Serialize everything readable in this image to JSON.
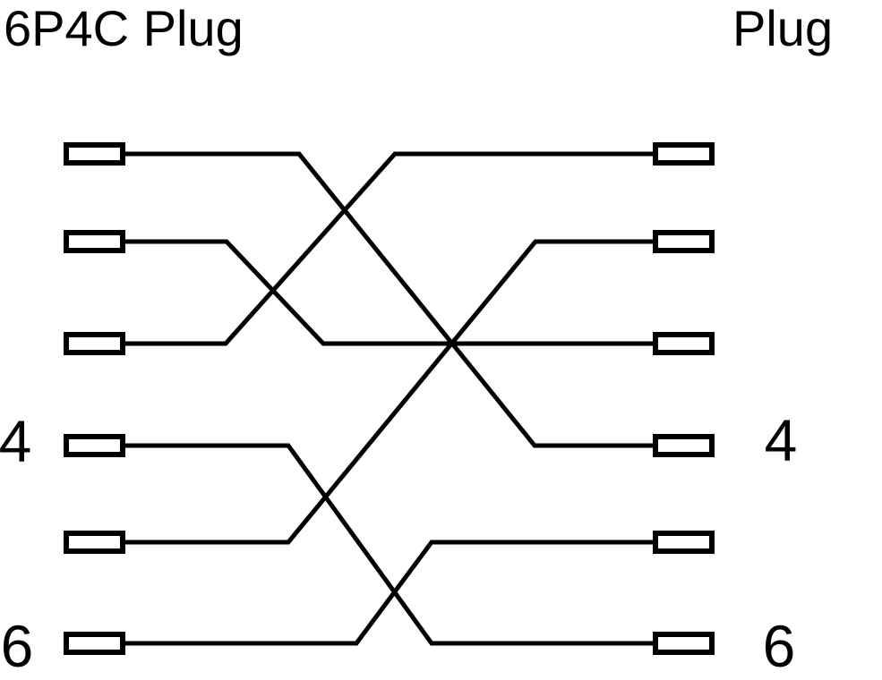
{
  "left_plug": {
    "title": "6P4C Plug",
    "pin4_label": "4",
    "pin6_label": "6"
  },
  "right_plug": {
    "title": "Plug",
    "pin4_label": "4",
    "pin6_label": "6"
  },
  "diagram": {
    "type": "wiring-pinout",
    "pin_count_per_plug": 6,
    "wire_color": "#000000",
    "pin_outline_color": "#000000",
    "pin_fill": "#ffffff",
    "background": "#ffffff",
    "connections": [
      {
        "from_left_pin": 1,
        "to_right_pin": 4
      },
      {
        "from_left_pin": 2,
        "to_right_pin": 3
      },
      {
        "from_left_pin": 3,
        "to_right_pin": 1
      },
      {
        "from_left_pin": 4,
        "to_right_pin": 6
      },
      {
        "from_left_pin": 5,
        "to_right_pin": 2
      },
      {
        "from_left_pin": 6,
        "to_right_pin": 5
      }
    ]
  }
}
